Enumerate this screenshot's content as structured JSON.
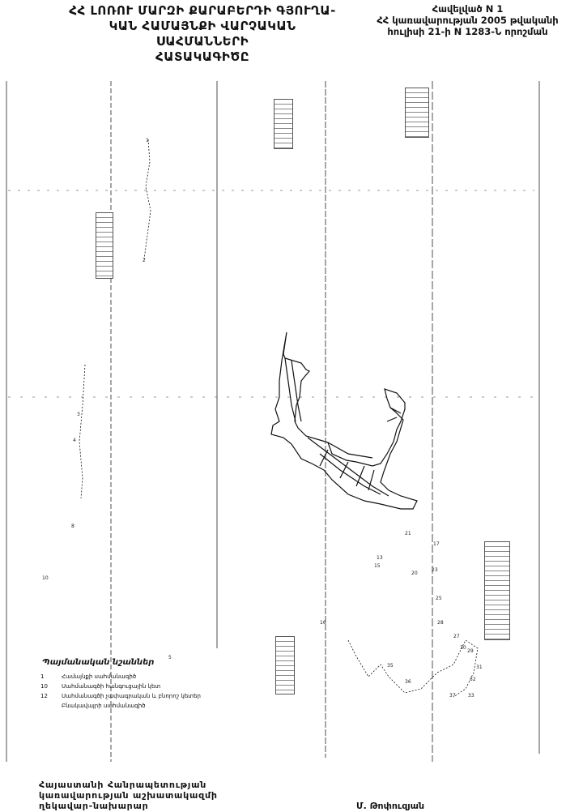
{
  "title": {
    "lines": [
      "ՀՀ ԼՈՌՈՒ ՄԱՐԶԻ ՔԱՐԱԲԵՐԴԻ ԳՅՈՒՂԱ-",
      "ԿԱՆ ՀԱՄԱՅՆՔԻ ՎԱՐՉԱԿԱՆ ՍԱՀՄԱՆՆԵՐԻ",
      "ՀԱՏԱԿԱԳԻԾԸ"
    ]
  },
  "annex": {
    "lines": [
      "Հավելված N 1",
      "ՀՀ կառավարության 2005 թվականի",
      "հուլիսի 21-ի N 1283-Ն որոշման"
    ]
  },
  "legend": {
    "title": "Պայմանական նշաններ",
    "items": [
      {
        "symbol": "1",
        "label": "Համայնքի սահմանագիծ"
      },
      {
        "symbol": "10",
        "label": "Սահմանագծի հանգուցային կետ"
      },
      {
        "symbol": "12",
        "label": "Սահմանագծի չափագրական և բնորոշ կետեր"
      },
      {
        "symbol": "",
        "label": "Բնակավայրի սահմանագիծ"
      }
    ]
  },
  "map": {
    "point_labels": [
      "1",
      "2",
      "3",
      "4",
      "5",
      "8",
      "10",
      "13",
      "15",
      "16",
      "17",
      "20",
      "21",
      "23",
      "25",
      "27",
      "28",
      "29",
      "30",
      "31",
      "32",
      "33",
      "35",
      "36",
      "37"
    ]
  },
  "signature": {
    "position_lines": [
      "Հայաստանի Հանրապետության",
      "կառավարության աշխատակազմի",
      "ղեկավար-նախարար"
    ],
    "name": "Մ. Թոփուզյան"
  }
}
